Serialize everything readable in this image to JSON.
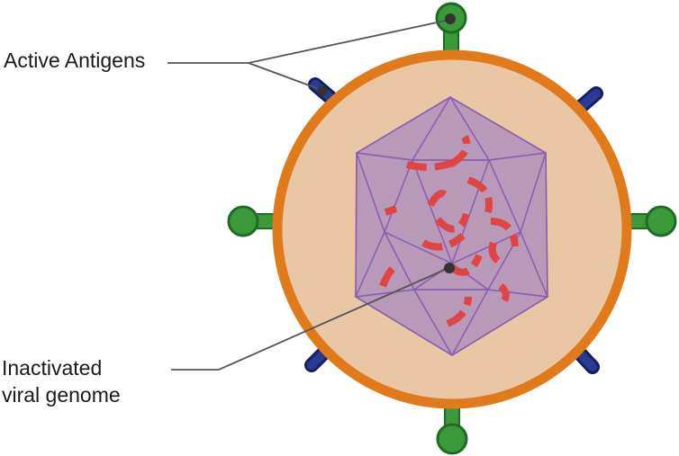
{
  "labels": {
    "active_antigens": "Active Antigens",
    "genome_line1": "Inactivated",
    "genome_line2": "viral genome"
  },
  "colors": {
    "envelope_fill": "#e9c6a4",
    "envelope_stroke": "#e07a1a",
    "capsid_fill": "#b59cc0",
    "capsid_stroke": "#8a5fb0",
    "genome": "#e04545",
    "green_antigen": "#3a9a3a",
    "green_antigen_dark": "#1f6b24",
    "blue_antigen": "#2b3a94",
    "blue_antigen_dark": "#161f5e",
    "leader": "#555555"
  },
  "icons": {
    "green_antigen": "green-spike-icon",
    "blue_antigen": "blue-spike-icon"
  }
}
